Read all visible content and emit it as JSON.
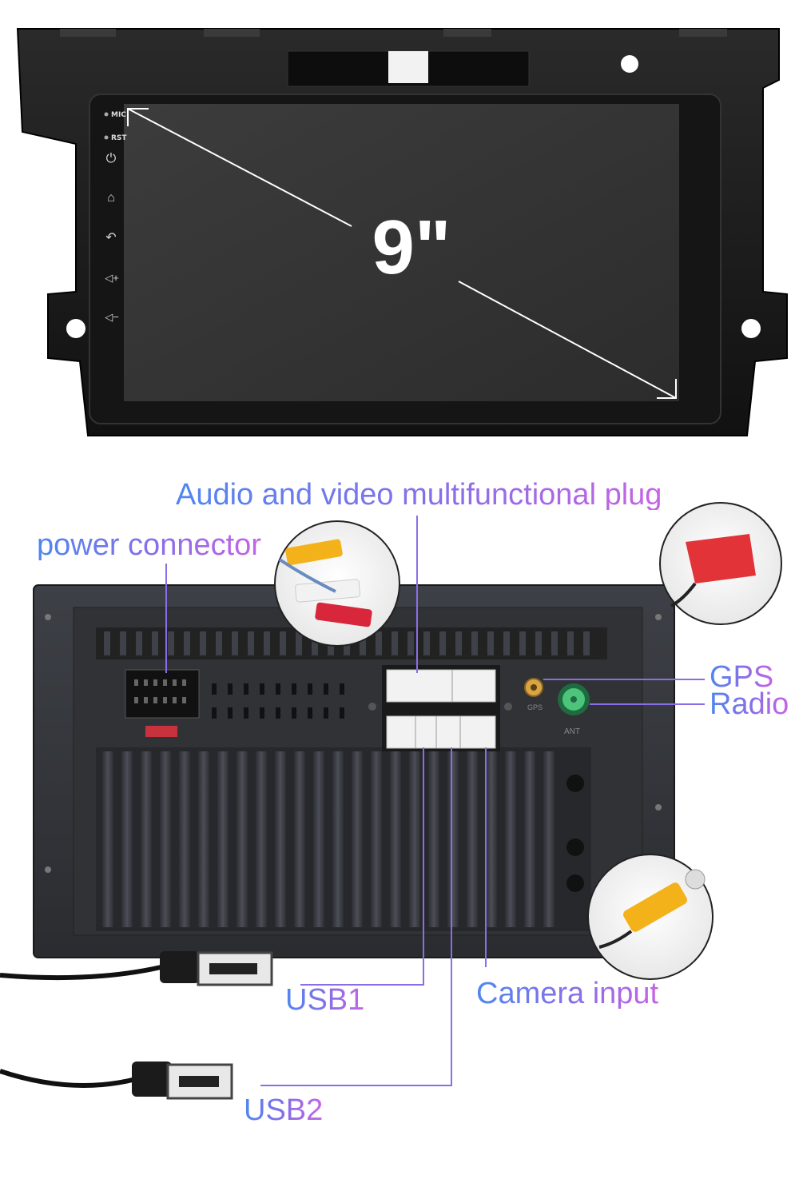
{
  "front": {
    "screen_size": "9\"",
    "side_labels": {
      "mic": "MIC",
      "rst": "RST"
    },
    "side_buttons": [
      {
        "icon": "power-icon",
        "glyph": "⏻"
      },
      {
        "icon": "home-icon",
        "glyph": "⌂"
      },
      {
        "icon": "back-icon",
        "glyph": "↶"
      },
      {
        "icon": "volume-up-icon",
        "glyph": "◁+"
      },
      {
        "icon": "volume-down-icon",
        "glyph": "◁−"
      }
    ]
  },
  "callouts": {
    "av_plug": "Audio and video multifunctional plug",
    "power_connector": "power connector",
    "gps": "GPS",
    "radio": "Radio",
    "usb1": "USB1",
    "usb2": "USB2",
    "camera_input": "Camera input"
  },
  "unit_markings": {
    "gps_port": "GPS",
    "antenna_port": "ANT"
  },
  "colors": {
    "label_gradient_start": "#4f86f0",
    "label_gradient_mid": "#8a6ee8",
    "label_gradient_end": "#c564e4",
    "rca_red": "#d8263a",
    "rca_yellow": "#f4b21a",
    "rca_white": "#f2f2f2",
    "radio_port_green": "#4cc47c",
    "gps_gold": "#d9a441",
    "gps_antenna_red": "#e23339"
  }
}
